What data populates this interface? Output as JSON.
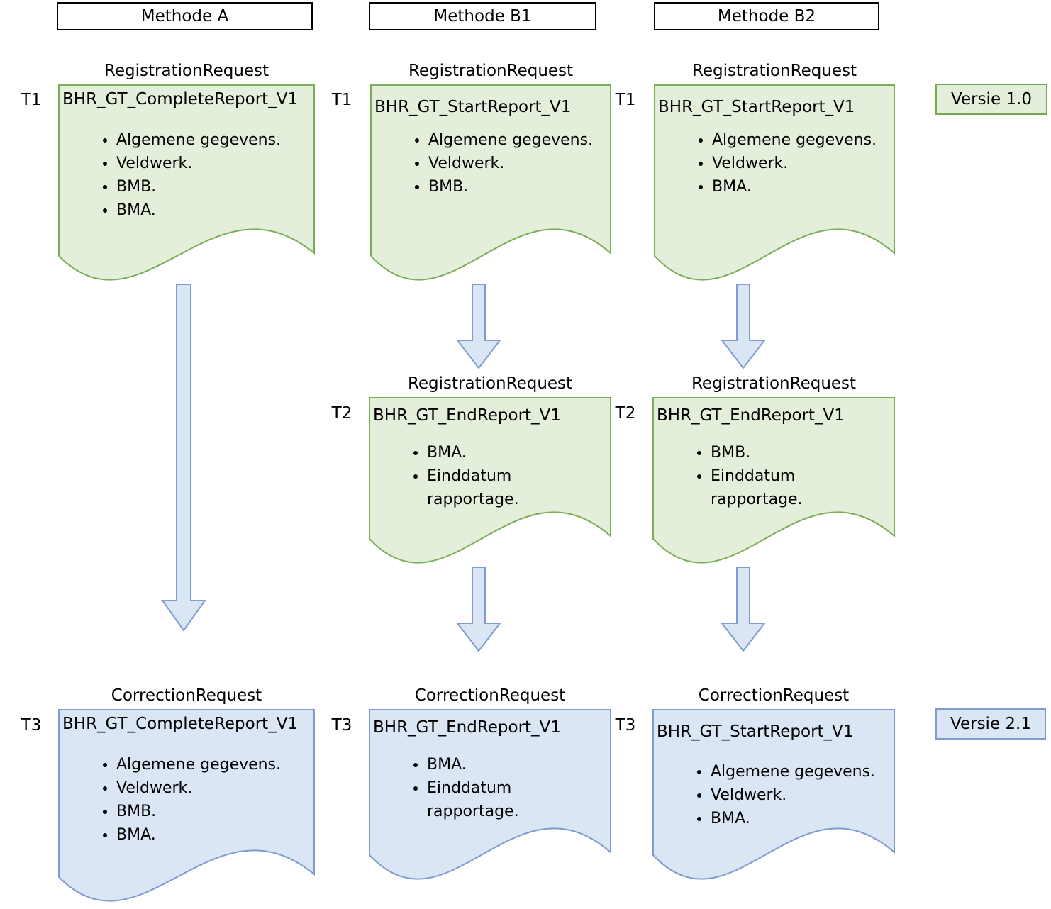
{
  "columns": [
    {
      "header": "Methode A"
    },
    {
      "header": "Methode B1"
    },
    {
      "header": "Methode B2"
    }
  ],
  "badges": [
    {
      "label": "Versie 1.0"
    },
    {
      "label": "Versie 2.1"
    }
  ],
  "documents": [
    {
      "id": "a-t1",
      "time_label": "T1",
      "request_type": "RegistrationRequest",
      "title": "BHR_GT_CompleteReport_V1",
      "bullets": [
        "Algemene gegevens.",
        "Veldwerk.",
        "BMB.",
        "BMA."
      ]
    },
    {
      "id": "b1-t1",
      "time_label": "T1",
      "request_type": "RegistrationRequest",
      "title": "BHR_GT_StartReport_V1",
      "bullets": [
        "Algemene gegevens.",
        "Veldwerk.",
        "BMB."
      ]
    },
    {
      "id": "b2-t1",
      "time_label": "T1",
      "request_type": "RegistrationRequest",
      "title": "BHR_GT_StartReport_V1",
      "bullets": [
        "Algemene gegevens.",
        "Veldwerk.",
        "BMA."
      ]
    },
    {
      "id": "b1-t2",
      "time_label": "T2",
      "request_type": "RegistrationRequest",
      "title": "BHR_GT_EndReport_V1",
      "bullets": [
        "BMA.",
        "Einddatum rapportage."
      ]
    },
    {
      "id": "b2-t2",
      "time_label": "T2",
      "request_type": "RegistrationRequest",
      "title": "BHR_GT_EndReport_V1",
      "bullets": [
        "BMB.",
        "Einddatum rapportage."
      ]
    },
    {
      "id": "a-t3",
      "time_label": "T3",
      "request_type": "CorrectionRequest",
      "title": "BHR_GT_CompleteReport_V1",
      "bullets": [
        "Algemene gegevens.",
        "Veldwerk.",
        "BMB.",
        "BMA."
      ]
    },
    {
      "id": "b1-t3",
      "time_label": "T3",
      "request_type": "CorrectionRequest",
      "title": "BHR_GT_EndReport_V1",
      "bullets": [
        "BMA.",
        "Einddatum rapportage."
      ]
    },
    {
      "id": "b2-t3",
      "time_label": "T3",
      "request_type": "CorrectionRequest",
      "title": "BHR_GT_StartReport_V1",
      "bullets": [
        "Algemene gegevens.",
        "Veldwerk.",
        "BMA."
      ]
    }
  ],
  "colors": {
    "document_green_fill": "#e3efda",
    "document_green_border": "#7bae58",
    "document_blue_fill": "#dbe6f5",
    "document_blue_border": "#7e9ccf",
    "arrow_fill": "#dbe6f5",
    "arrow_border": "#7e9ccf",
    "header_border": "#000000",
    "text": "#000000"
  }
}
